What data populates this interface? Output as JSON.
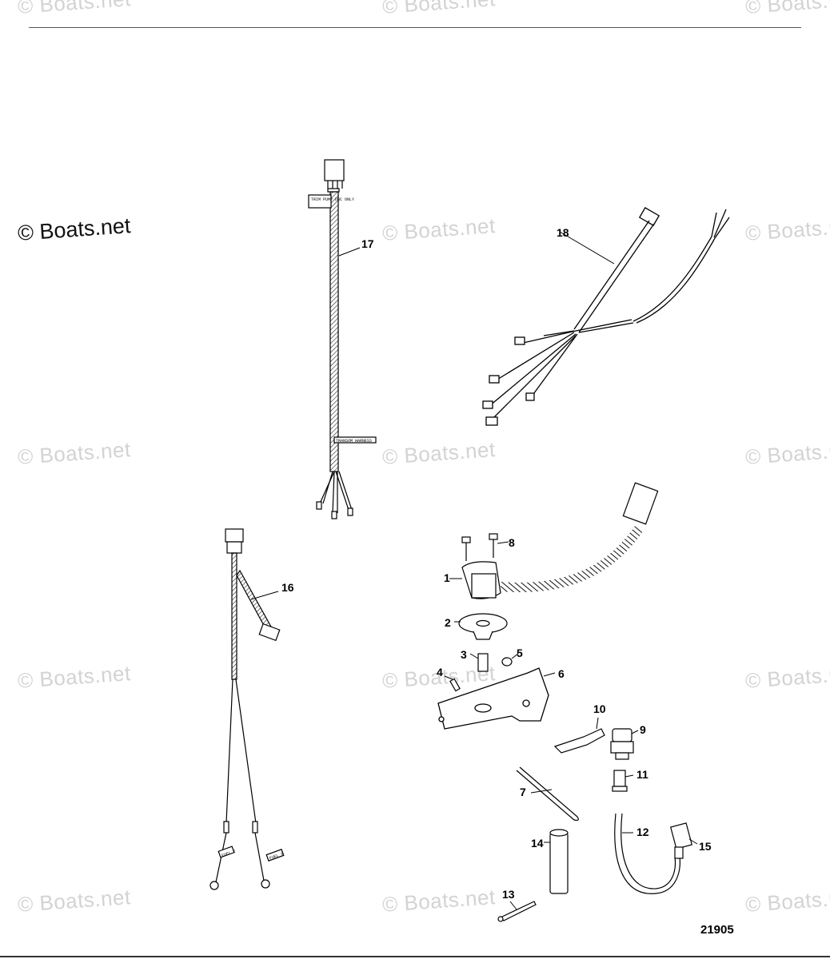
{
  "watermark": {
    "main_text": "© Boats.net",
    "text": "© Boats.net"
  },
  "figure_number": "21905",
  "callouts": [
    "1",
    "2",
    "3",
    "4",
    "5",
    "6",
    "7",
    "8",
    "9",
    "10",
    "11",
    "12",
    "13",
    "14",
    "15",
    "16",
    "17",
    "18"
  ],
  "harness_tags": {
    "trim_pump": "TRIM PUMP DBC ONLY",
    "transom": "TRANSOM HARNESS",
    "fuel_2": "FUEL 2",
    "fuel_1": "FUEL 1"
  }
}
